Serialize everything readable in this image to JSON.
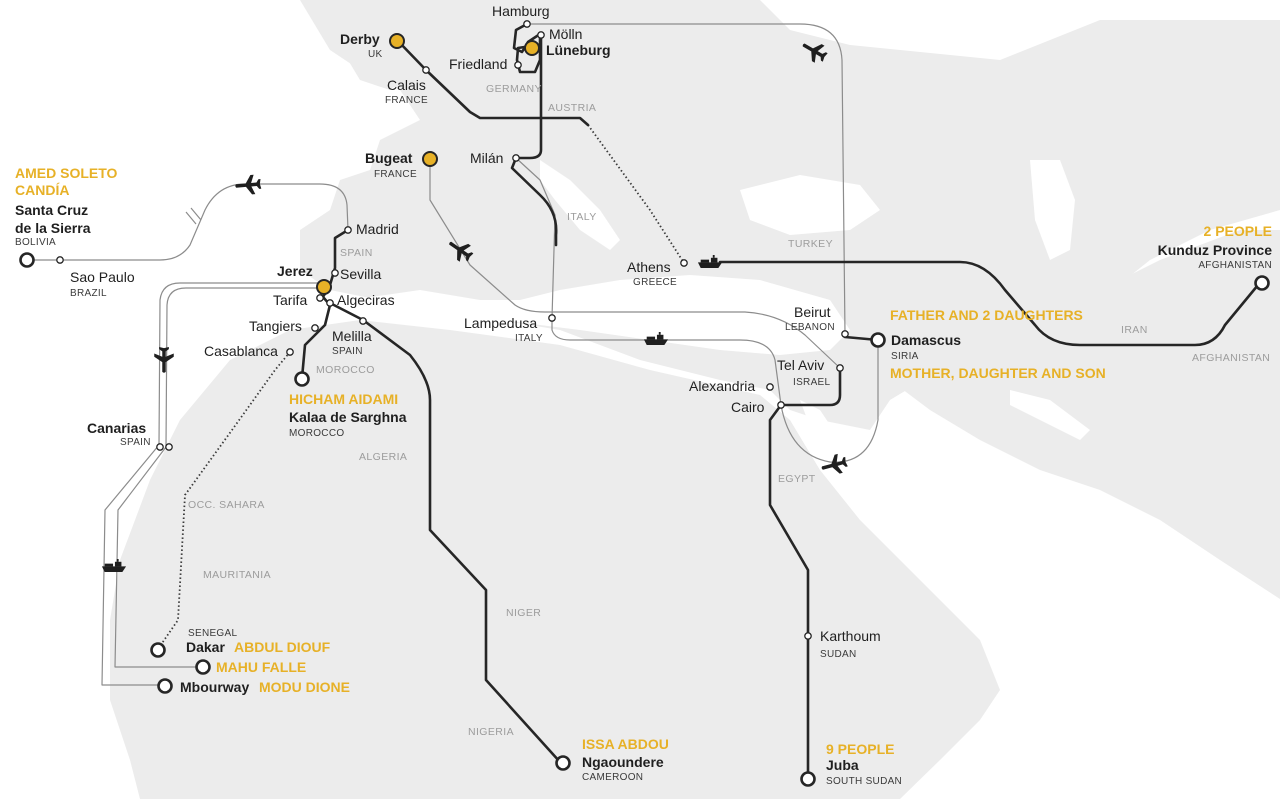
{
  "colors": {
    "background": "#ffffff",
    "land": "#ececec",
    "route_main": "#262626",
    "route_secondary": "#8c8c8c",
    "highlight": "#e7b127"
  },
  "places": {
    "hamburg": "Hamburg",
    "molln": "Mölln",
    "luneburg": "Lüneburg",
    "friedland": "Friedland",
    "derby": "Derby",
    "derby_country": "UK",
    "calais": "Calais",
    "calais_country": "FRANCE",
    "bugeat": "Bugeat",
    "bugeat_country": "FRANCE",
    "milan": "Milán",
    "madrid": "Madrid",
    "jerez": "Jerez",
    "sevilla": "Sevilla",
    "tarifa": "Tarifa",
    "algeciras": "Algeciras",
    "tangiers": "Tangiers",
    "melilla": "Melilla",
    "melilla_country": "SPAIN",
    "casablanca": "Casablanca",
    "sao_paulo": "Sao Paulo",
    "sao_paulo_country": "BRAZIL",
    "santa_cruz_line1": "Santa Cruz",
    "santa_cruz_line2": "de la Sierra",
    "santa_cruz_country": "BOLIVIA",
    "kalaa": "Kalaa de Sarghna",
    "kalaa_country": "MOROCCO",
    "canarias": "Canarias",
    "canarias_country": "SPAIN",
    "senegal": "SENEGAL",
    "dakar": "Dakar",
    "mbourway": "Mbourway",
    "athens": "Athens",
    "athens_country": "GREECE",
    "lampedusa": "Lampedusa",
    "lampedusa_country": "ITALY",
    "beirut": "Beirut",
    "beirut_country": "LEBANON",
    "damascus": "Damascus",
    "damascus_country": "SIRIA",
    "tel_aviv": "Tel Aviv",
    "tel_aviv_country": "ISRAEL",
    "alexandria": "Alexandria",
    "cairo": "Cairo",
    "karthoum": "Karthoum",
    "karthoum_country": "SUDAN",
    "juba": "Juba",
    "juba_country": "SOUTH SUDAN",
    "ngaoundere": "Ngaoundere",
    "ngaoundere_country": "CAMEROON",
    "kunduz": "Kunduz Province",
    "kunduz_country": "AFGHANISTAN"
  },
  "countries": {
    "germany": "GERMANY",
    "austria": "AUSTRIA",
    "italy": "ITALY",
    "spain": "SPAIN",
    "morocco": "MOROCCO",
    "algeria": "ALGERIA",
    "occ_sahara": "OCC. SAHARA",
    "mauritania": "MAURITANIA",
    "niger": "NIGER",
    "nigeria": "NIGERIA",
    "egypt": "EGYPT",
    "turkey": "TURKEY",
    "iran": "IRAN",
    "afghanistan": "AFGHANISTAN"
  },
  "people": {
    "amed_line1": "AMED SOLETO",
    "amed_line2": "CANDÍA",
    "hicham": "HICHAM AIDAMI",
    "abdul": "ABDUL DIOUF",
    "mahu": "MAHU FALLE",
    "modu": "MODU DIONE",
    "issa": "ISSA  ABDOU",
    "nine_people": "9 PEOPLE",
    "father": "FATHER AND 2 DAUGHTERS",
    "mother": "MOTHER, DAUGHTER AND SON",
    "two_people": "2 PEOPLE"
  },
  "icons": [
    "plane-icon",
    "ship-icon"
  ]
}
